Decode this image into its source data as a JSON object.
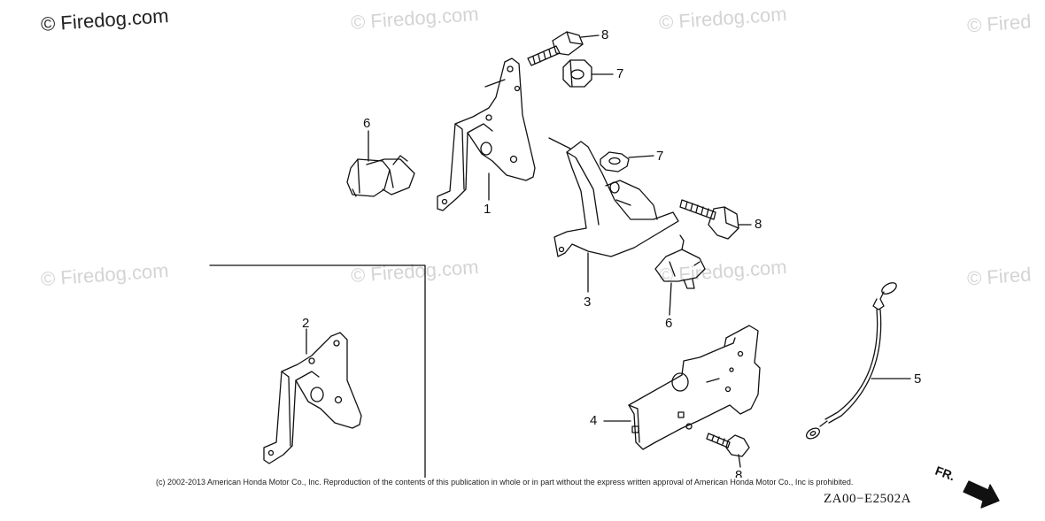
{
  "watermark": {
    "brand_primary": "© Firedog.com",
    "brand_text": "© Firedog.com",
    "brand_partial": "© Fired"
  },
  "callouts": {
    "c1": "1",
    "c2": "2",
    "c3": "3",
    "c4": "4",
    "c5": "5",
    "c6a": "6",
    "c6b": "6",
    "c7a": "7",
    "c7b": "7",
    "c8a": "8",
    "c8b": "8",
    "c8c": "8"
  },
  "footer": {
    "copyright": "(c) 2002-2013 American Honda Motor Co., Inc. Reproduction of the contents of this publication in whole or in part without the express written approval of American Honda Motor Co., Inc is prohibited.",
    "diagram_code": "ZA00−E2502A",
    "front_label": "FR."
  },
  "colors": {
    "line": "#111111",
    "watermark": "#d4d4d4"
  }
}
